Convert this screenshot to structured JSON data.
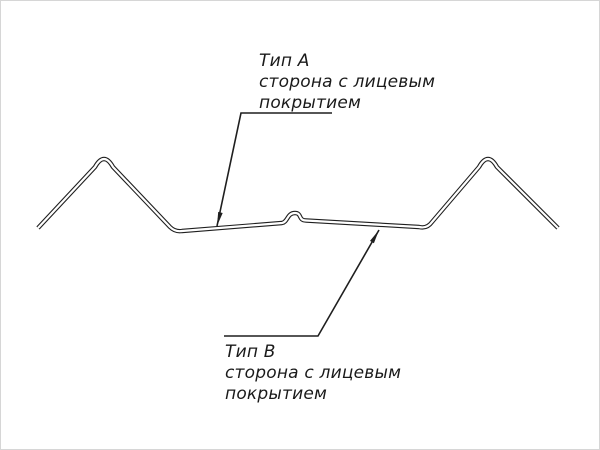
{
  "diagram": {
    "labels": {
      "a": {
        "title": "Тип А",
        "line1": "сторона с лицевым",
        "line2": "покрытием"
      },
      "b": {
        "title": "Тип В",
        "line1": "сторона с лицевым",
        "line2": "покрытием"
      }
    },
    "colors": {
      "line": "#1f1f1f",
      "background": "#ffffff"
    }
  }
}
